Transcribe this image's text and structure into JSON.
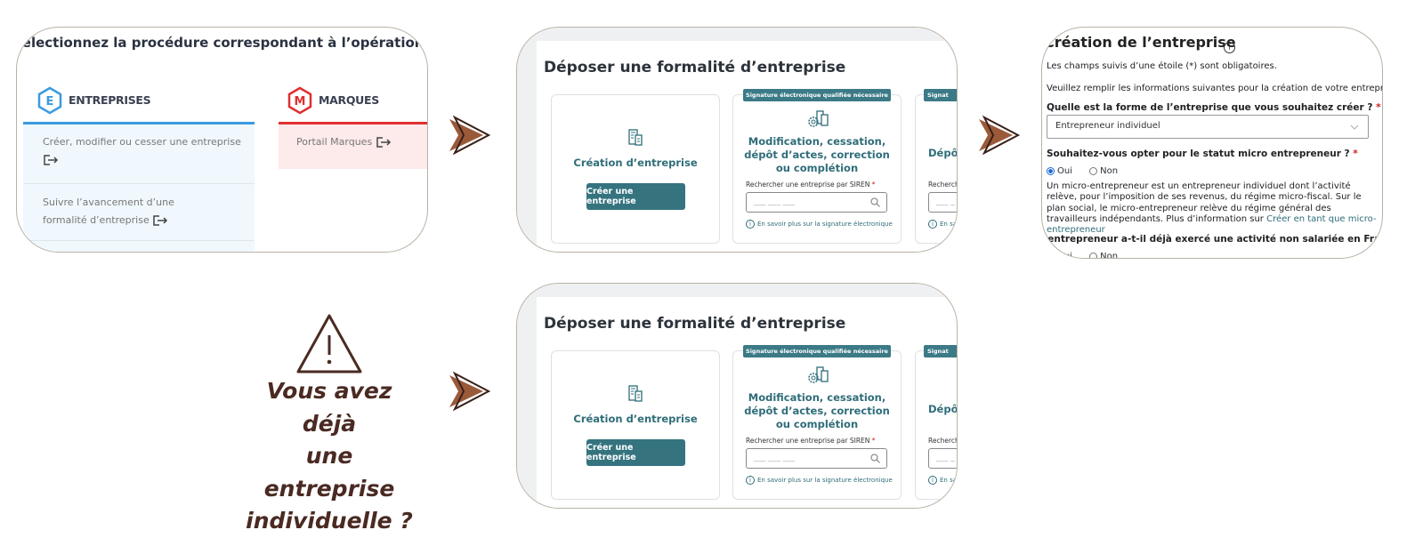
{
  "panel1": {
    "heading": "Sélectionnez la procédure correspondant à l’opération que vous",
    "entreprises": {
      "icon_letter": "E",
      "label": "ENTREPRISES",
      "color": "#3b9ae1",
      "items": [
        "Créer, modifier ou cesser une entreprise",
        "Suivre l’avancement d’une formalité d’entreprise"
      ]
    },
    "marques": {
      "icon_letter": "M",
      "label": "MARQUES",
      "color": "#e03030",
      "items": [
        "Portail Marques"
      ]
    }
  },
  "formalite": {
    "title": "Déposer une formalité d’entreprise",
    "card1": {
      "title": "Création d’entreprise",
      "button": "Créer une entreprise"
    },
    "card2": {
      "badge": "Signature électronique qualifiée nécessaire",
      "title": "Modification, cessation, dépôt d’actes, correction ou complétion",
      "search_label": "Rechercher une entreprise par SIREN",
      "required": "*",
      "placeholder": "___ ___ ___",
      "note": "En savoir plus sur la signature électronique"
    },
    "card3": {
      "badge": "Signat",
      "title": "Dépôt",
      "search_label": "Recherche",
      "placeholder": "___ _",
      "note": "En sav"
    }
  },
  "creation": {
    "title": "Création de l’entreprise",
    "required_note": "Les champs suivis d’une étoile (*) sont obligatoires.",
    "intro": "Veuillez remplir les informations suivantes pour la création de votre entreprise :",
    "q1": "Quelle est la forme de l’entreprise que vous souhaitez créer ?",
    "q1_value": "Entrepreneur individuel",
    "q2": "Souhaitez-vous opter pour le statut micro entrepreneur ?",
    "q2_options": [
      "Oui",
      "Non"
    ],
    "q2_selected": "Oui",
    "paragraph": "Un micro-entrepreneur est un entrepreneur individuel dont l’activité relève, pour l’imposition de ses revenus, du régime micro-fiscal. Sur le plan social, le micro-entrepreneur relève du régime général des travailleurs indépendants. Plus d’information sur",
    "link": "Créer en tant que micro-entrepreneur",
    "q3": "L’entrepreneur a-t-il déjà exercé une activité non salariée en France ?",
    "q3_options": [
      "Oui",
      "Non"
    ]
  },
  "warning": {
    "text_lines": [
      "Vous avez déjà",
      "une entreprise",
      "individuelle ?"
    ],
    "color": "#4a2a22"
  },
  "accent": {
    "teal": "#35737f",
    "arrow": "#9a5a3a"
  }
}
